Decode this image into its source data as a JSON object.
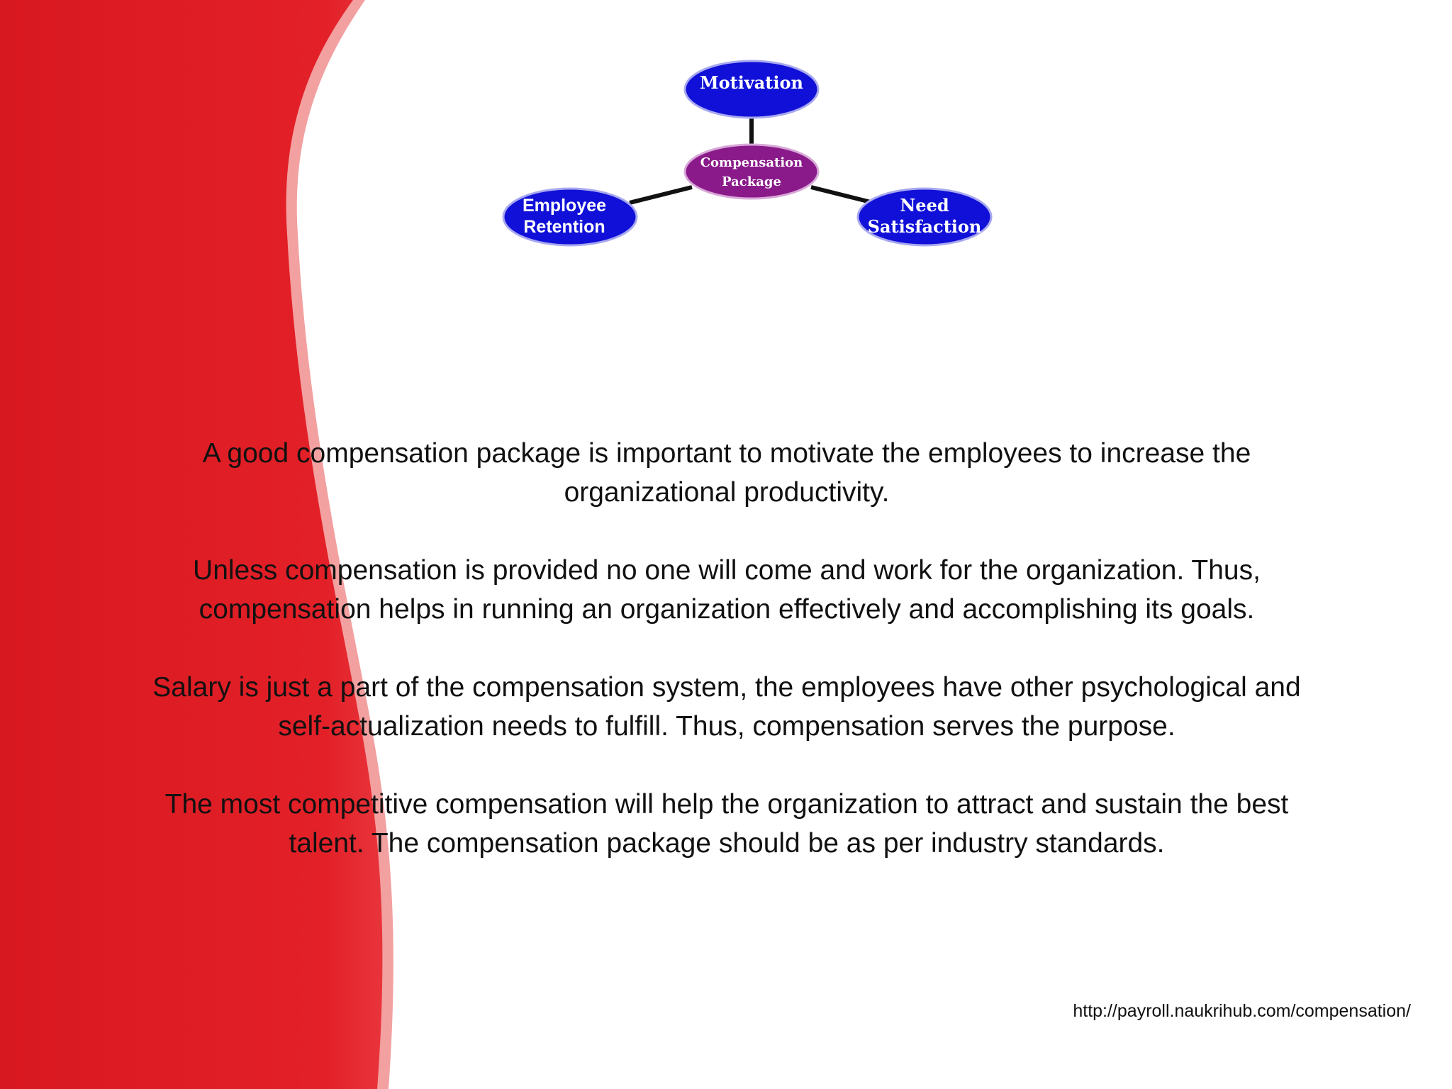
{
  "diagram": {
    "center": {
      "line1": "Compensation",
      "line2": "Package"
    },
    "top": {
      "line1": "Motivation"
    },
    "left": {
      "line1": "Employee",
      "line2": "Retention"
    },
    "right": {
      "line1": "Need",
      "line2": "Satisfaction"
    },
    "colors": {
      "outer_node": "#1010d8",
      "center_node": "#8a1a8a",
      "connector": "#111111"
    }
  },
  "paragraphs": [
    {
      "line1": "A good compensation package is important to motivate the employees to increase the",
      "line2": "organizational productivity."
    },
    {
      "line1": "Unless compensation is provided no one will come and work for the organization. Thus,",
      "line2": "compensation helps in running an organization effectively and accomplishing its goals."
    },
    {
      "line1": "Salary is just a part of the compensation system, the employees have other psychological and",
      "line2": "self-actualization needs to fulfill. Thus, compensation serves the purpose."
    },
    {
      "line1": "The most competitive compensation will help the organization to attract and sustain the best",
      "line2": "talent. The compensation package should be as per industry standards."
    }
  ],
  "source_url": "http://payroll.naukrihub.com/compensation/",
  "theme": {
    "accent_red": "#e31e25",
    "highlight_pink": "#f08080"
  }
}
